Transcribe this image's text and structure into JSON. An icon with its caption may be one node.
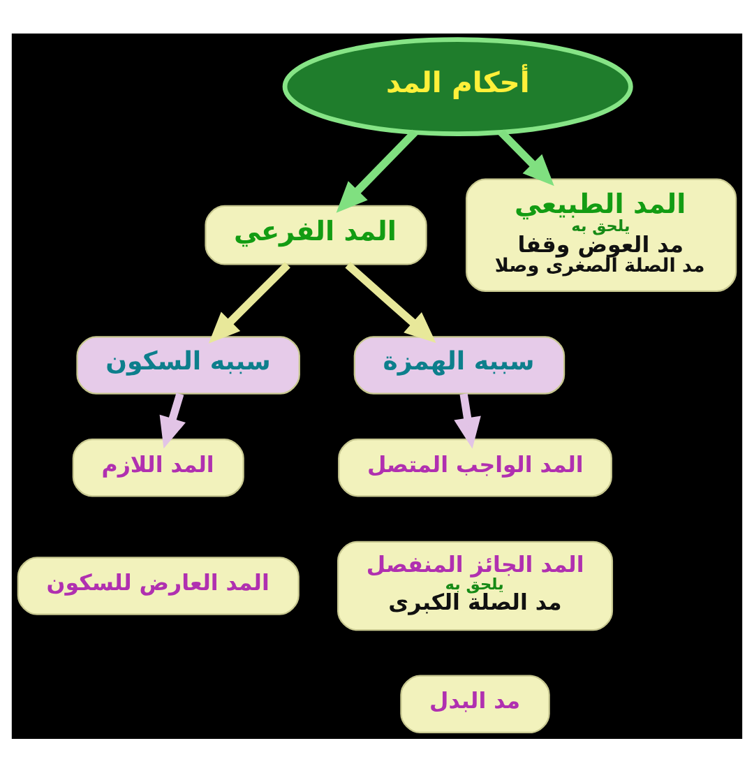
{
  "diagram": {
    "nodes": [
      {
        "text": [
          "أحكام المد"
        ]
      },
      {
        "text": [
          "المد الطبيعي",
          "يلحق به",
          "مد العوض وقفا",
          "مد الصلة الصغرى وصلا"
        ]
      },
      {
        "text": [
          "المد الفرعي"
        ]
      },
      {
        "text": [
          "سببه الهمزة"
        ]
      },
      {
        "text": [
          "سببه السكون"
        ]
      },
      {
        "text": [
          "المد الواجب المتصل"
        ]
      },
      {
        "text": [
          "المد الجائز المنفصل",
          "يلحق به",
          "مد الصلة الكبرى"
        ]
      },
      {
        "text": [
          "مد البدل"
        ]
      },
      {
        "text": [
          "المد اللازم"
        ]
      },
      {
        "text": [
          "المد العارض للسكون"
        ]
      }
    ],
    "edges": [
      {
        "from": 0,
        "to": 1,
        "arrow": "to",
        "color": "#80e080"
      },
      {
        "from": 0,
        "to": 2,
        "arrow": "to",
        "color": "#80e080"
      },
      {
        "from": 2,
        "to": 3,
        "arrow": "to",
        "color": "#e8e89a"
      },
      {
        "from": 2,
        "to": 4,
        "arrow": "to",
        "color": "#e8e89a"
      },
      {
        "from": 3,
        "to": 5,
        "arrow": "to",
        "color": "#e2c4e6"
      },
      {
        "from": 4,
        "to": 8,
        "arrow": "to",
        "color": "#e2c4e6"
      }
    ]
  }
}
